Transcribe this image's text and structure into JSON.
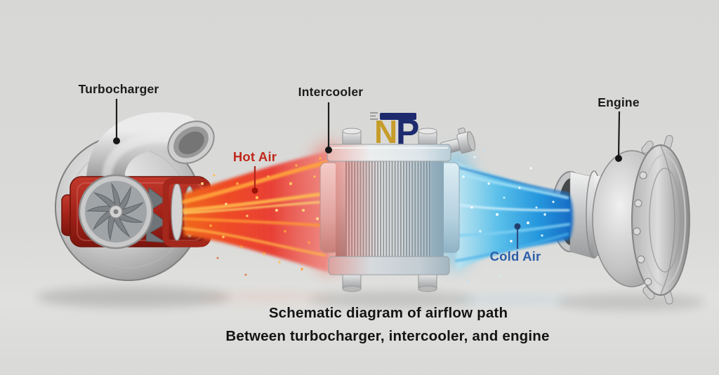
{
  "annotations": {
    "turbocharger": {
      "label": "Turbocharger",
      "color": "#1b1b1b"
    },
    "intercooler": {
      "label": "Intercooler",
      "color": "#1b1b1b"
    },
    "engine": {
      "label": "Engine",
      "color": "#1b1b1b"
    },
    "hot_air": {
      "label": "Hot Air",
      "color": "#c0281c"
    },
    "cold_air": {
      "label": "Cold Air",
      "color": "#2b5ea9"
    }
  },
  "logo": {
    "letter_n": "N",
    "letter_p": "P",
    "gold": "#c69d2b",
    "navy": "#1d2a6e"
  },
  "caption": {
    "line1": "Schematic diagram of airflow path",
    "line2": "Between turbocharger, intercooler, and engine",
    "color": "#141414"
  },
  "palette": {
    "background": "#dadad8",
    "hot_stream": "#e9432b",
    "hot_core": "#ffb348",
    "cold_stream": "#2496dd",
    "cold_deep": "#1668c2",
    "metal": "#c2c4c6",
    "turbo_cutaway_red": "#a3231a"
  }
}
